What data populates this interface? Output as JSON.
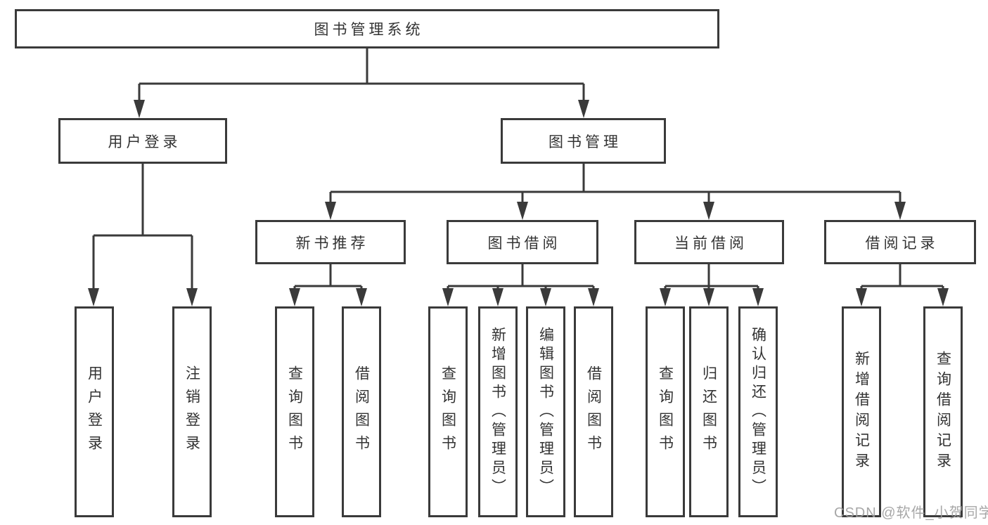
{
  "diagram": {
    "root": {
      "label": "图书管理系统"
    },
    "level2": [
      {
        "label": "用户登录"
      },
      {
        "label": "图书管理"
      }
    ],
    "level3": [
      {
        "label": "新书推荐",
        "parent": "图书管理"
      },
      {
        "label": "图书借阅",
        "parent": "图书管理"
      },
      {
        "label": "当前借阅",
        "parent": "图书管理"
      },
      {
        "label": "借阅记录",
        "parent": "图书管理"
      }
    ],
    "leaves": [
      {
        "label": "用户登录",
        "parent": "用户登录"
      },
      {
        "label": "注销登录",
        "parent": "用户登录"
      },
      {
        "label": "查询图书",
        "parent": "新书推荐"
      },
      {
        "label": "借阅图书",
        "parent": "新书推荐"
      },
      {
        "label": "查询图书",
        "parent": "图书借阅"
      },
      {
        "label": "新增图书（管理员）",
        "parent": "图书借阅"
      },
      {
        "label": "编辑图书（管理员）",
        "parent": "图书借阅"
      },
      {
        "label": "借阅图书",
        "parent": "图书借阅"
      },
      {
        "label": "查询图书",
        "parent": "当前借阅"
      },
      {
        "label": "归还图书",
        "parent": "当前借阅"
      },
      {
        "label": "确认归还（管理员）",
        "parent": "当前借阅"
      },
      {
        "label": "新增借阅记录",
        "parent": "借阅记录"
      },
      {
        "label": "查询借阅记录",
        "parent": "借阅记录"
      }
    ],
    "watermark": "CSDN @软件_小贺同学",
    "colors": {
      "line": "#3a3a3a",
      "text": "#333333",
      "background": "#ffffff",
      "watermark": "#9e9e9e"
    }
  }
}
